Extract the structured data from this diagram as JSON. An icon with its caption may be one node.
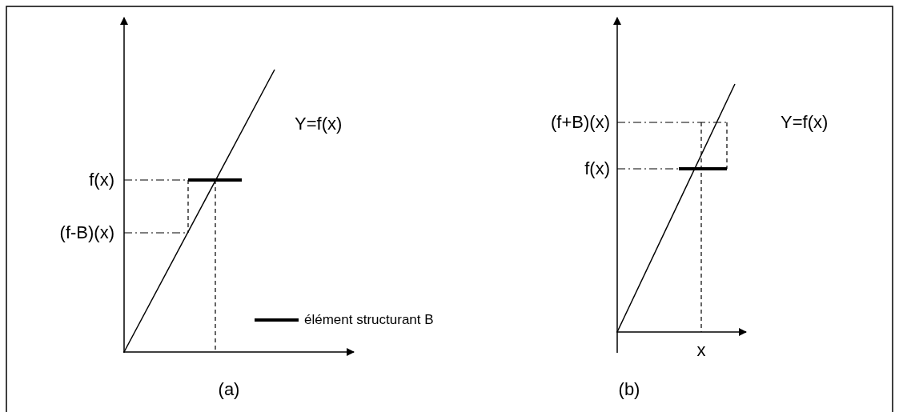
{
  "diagram": {
    "labels": [
      "Y=f(x)",
      "f(x)",
      "(f-B)(x)",
      "(a)",
      "(f+B)(x)",
      "Y=f(x)",
      "f(x)",
      "x",
      "(b)"
    ],
    "legend": [
      {
        "text": "élément structurant B"
      }
    ]
  }
}
